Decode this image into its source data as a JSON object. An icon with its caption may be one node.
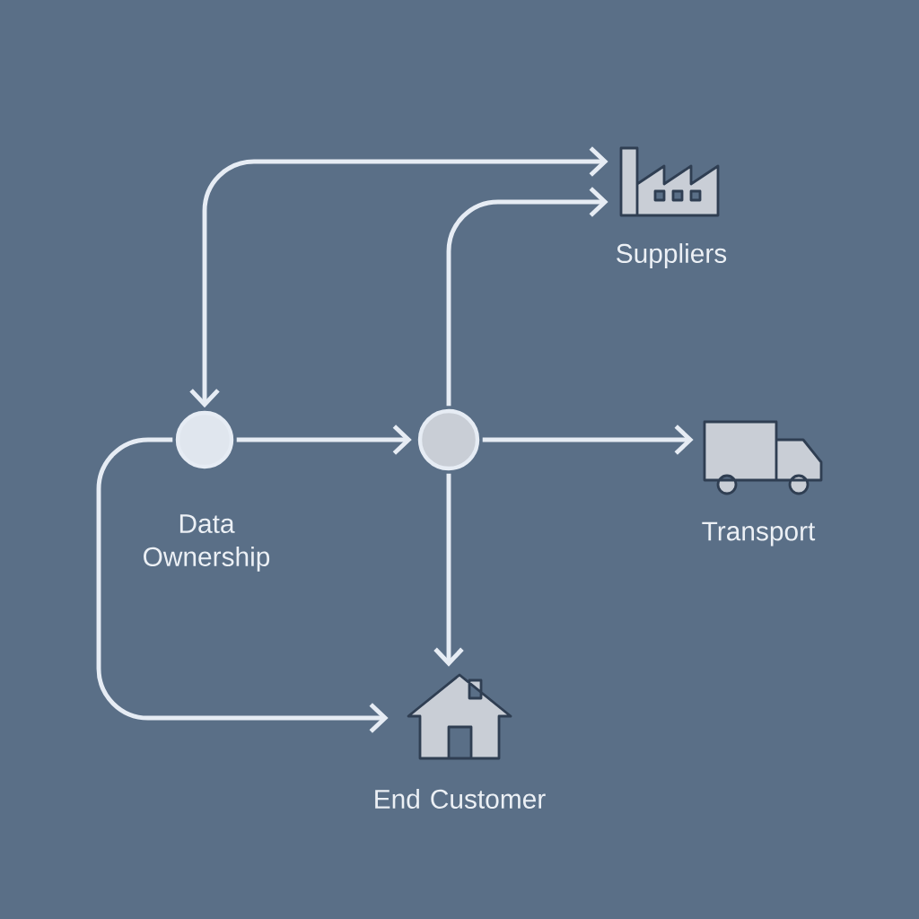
{
  "diagram": {
    "nodes": [
      {
        "text": [
          "Data Ownership"
        ]
      },
      {
        "text": [],
        "shape": "circle"
      },
      {
        "text": [
          "Suppliers"
        ]
      },
      {
        "text": [
          "Transport"
        ]
      },
      {
        "text": [
          "End Customer"
        ]
      }
    ],
    "edges": [
      {
        "from": 0,
        "to": 2,
        "arrow": "both"
      },
      {
        "from": 0,
        "to": 1,
        "arrow": "to"
      },
      {
        "from": 1,
        "to": 2,
        "arrow": "to"
      },
      {
        "from": 1,
        "to": 3,
        "arrow": "to"
      },
      {
        "from": 1,
        "to": 4,
        "arrow": "to"
      },
      {
        "from": 0,
        "to": 4,
        "arrow": "to"
      }
    ]
  }
}
